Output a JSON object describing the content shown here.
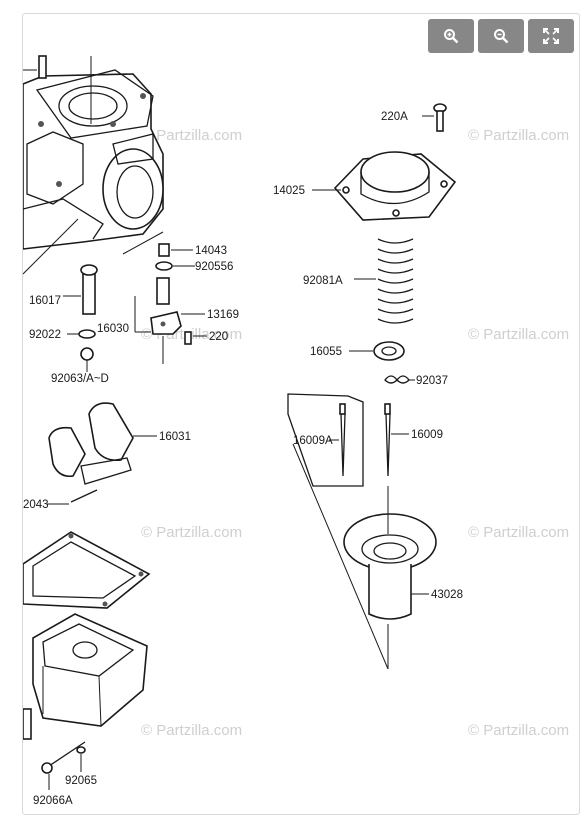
{
  "toolbar": {
    "zoom_in": "zoom-in-icon",
    "zoom_out": "zoom-out-icon",
    "fullscreen": "fullscreen-icon"
  },
  "watermark": "© Partzilla.com",
  "parts": {
    "p220A": "220A",
    "p14025": "14025",
    "p14043": "14043",
    "p92055B": "920556",
    "p16017": "16017",
    "p92081A": "92081A",
    "p16030": "16030",
    "p13169": "13169",
    "p92022": "92022",
    "p220": "220",
    "p16055": "16055",
    "p92063": "92063/A~D",
    "p92037": "92037",
    "p16031": "16031",
    "p16009A": "16009A",
    "p16009": "16009",
    "p92043": "2043",
    "p43028": "43028",
    "p92065": "92065",
    "p92066A": "92066A"
  },
  "colors": {
    "button_bg": "#878787",
    "watermark": "#cfcfcf",
    "line": "#1a1a1a"
  }
}
